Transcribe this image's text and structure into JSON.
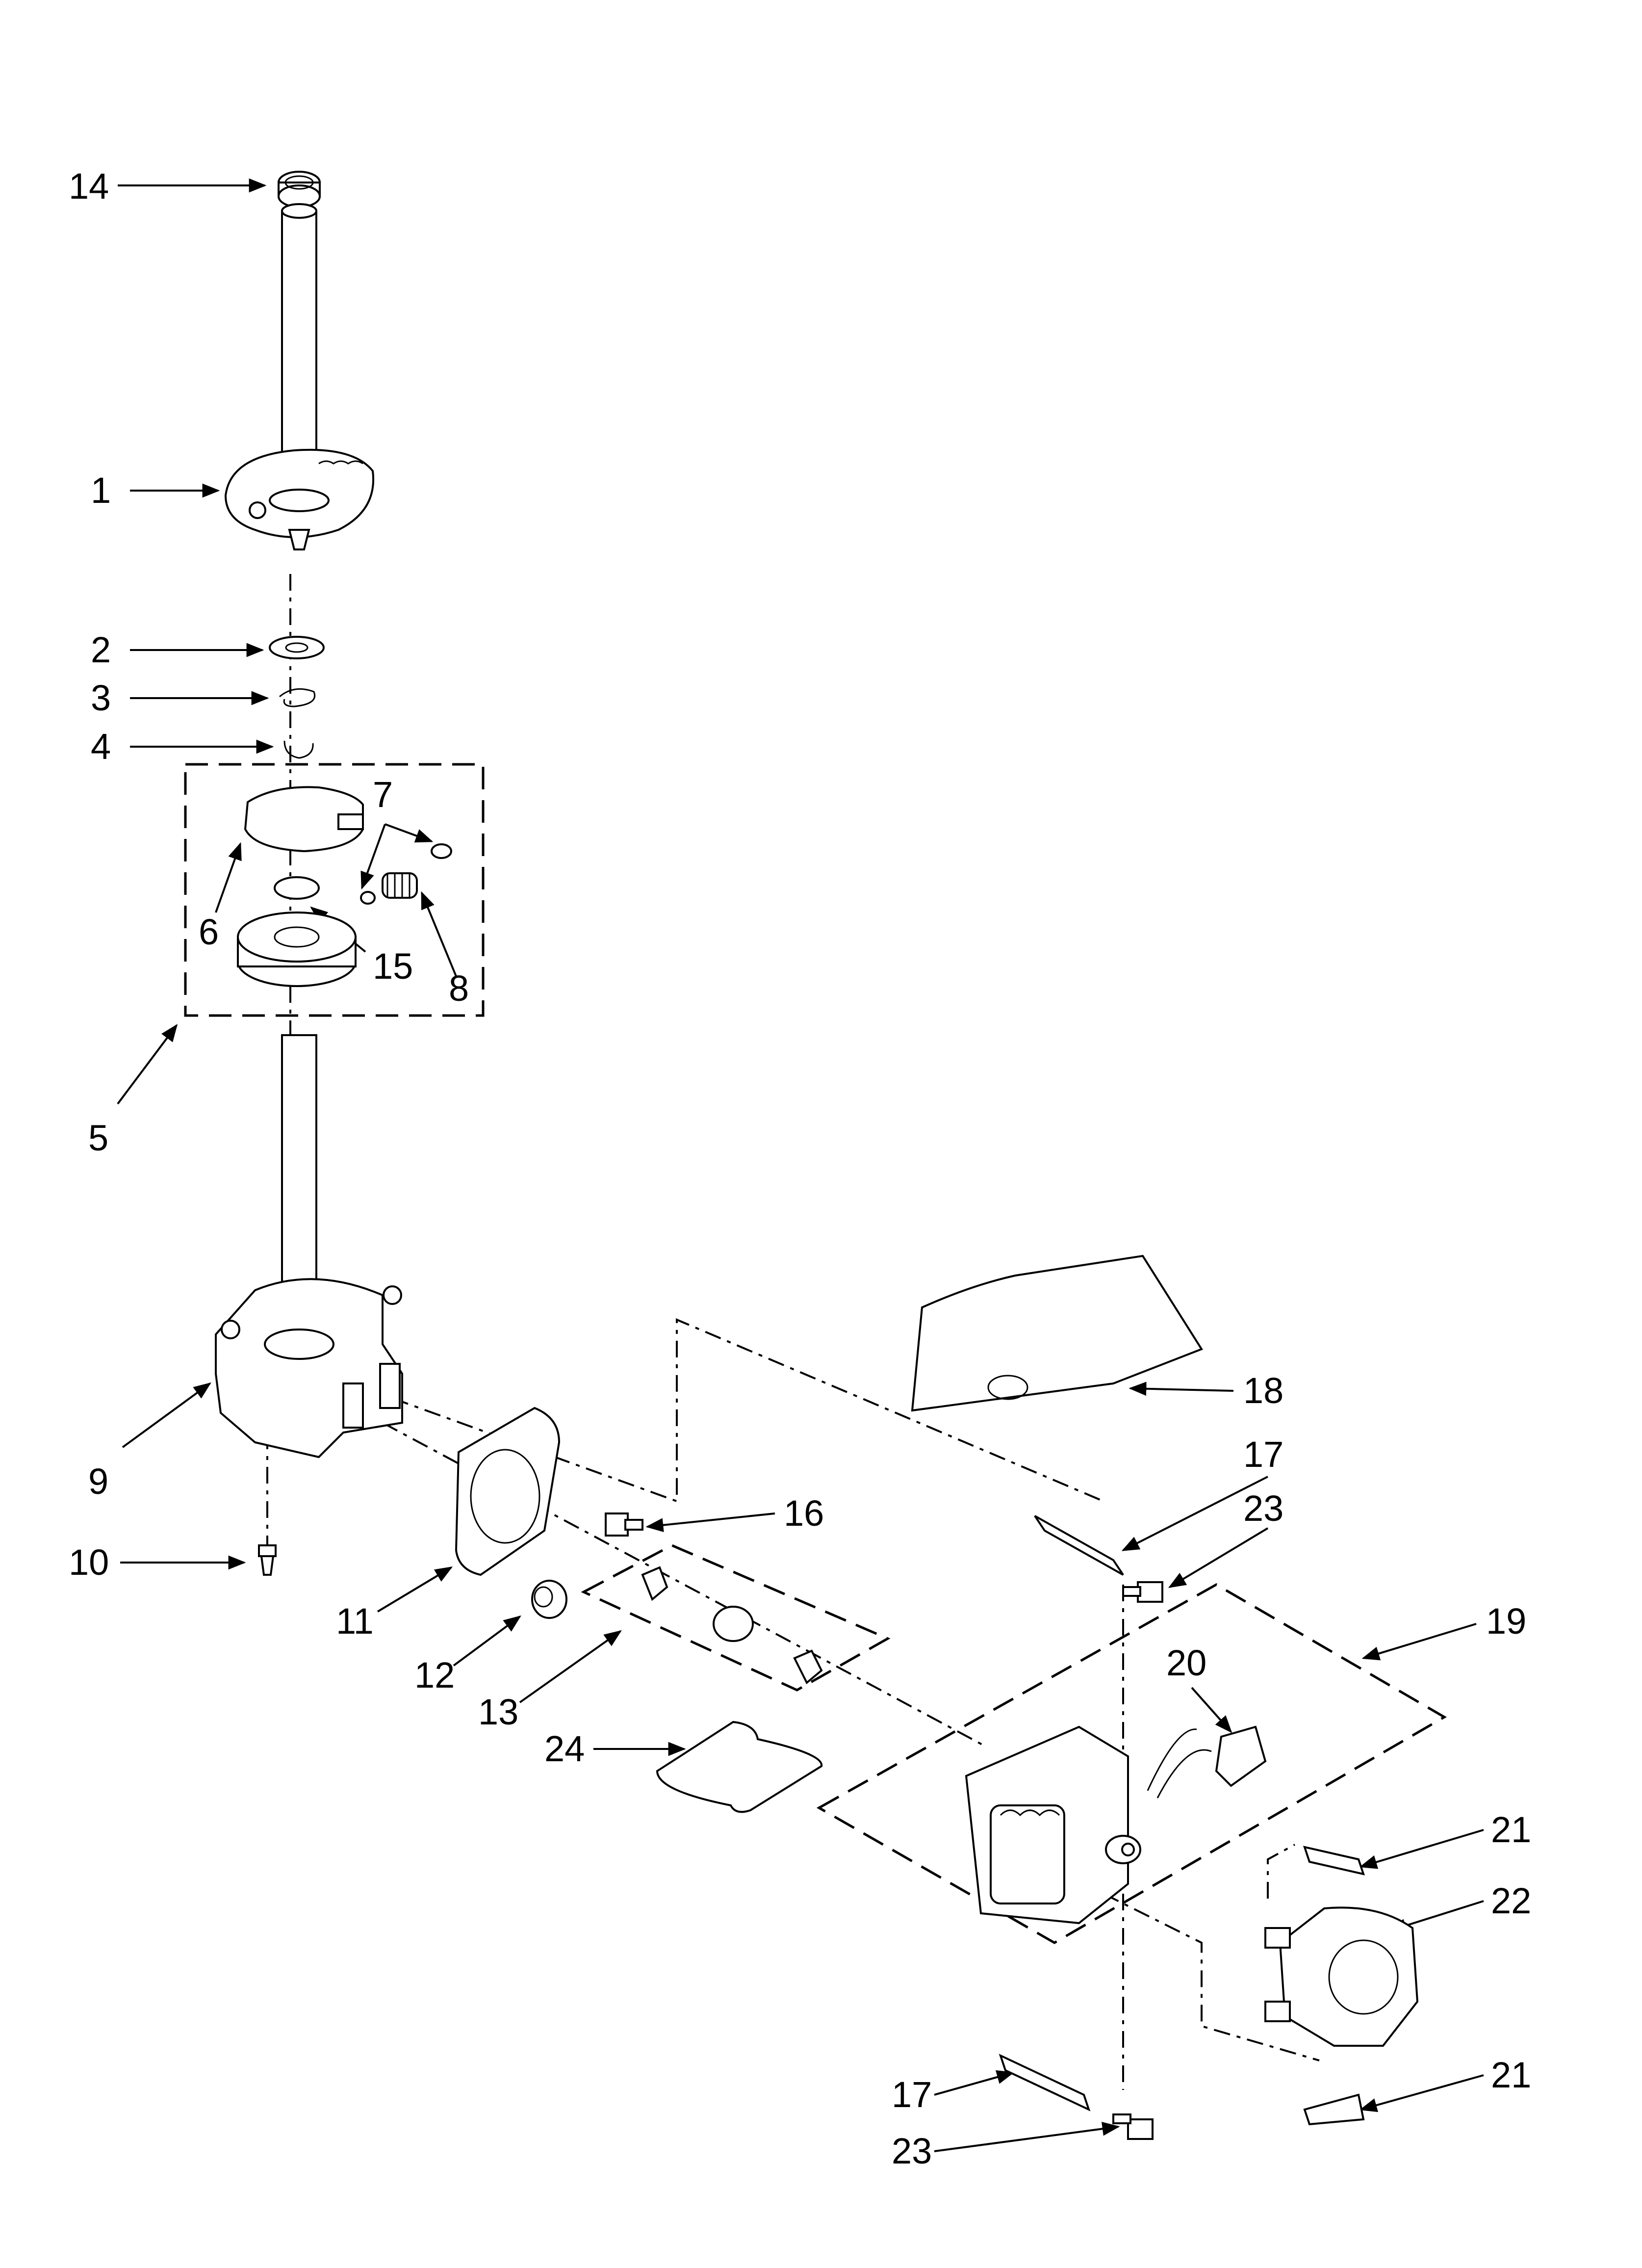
{
  "callouts": {
    "c14": "14",
    "c1": "1",
    "c2": "2",
    "c3": "3",
    "c4": "4",
    "c7": "7",
    "c6": "6",
    "c15": "15",
    "c8": "8",
    "c5": "5",
    "c9": "9",
    "c10": "10",
    "c11": "11",
    "c12": "12",
    "c13": "13",
    "c24": "24",
    "c16": "16",
    "c18": "18",
    "c17a": "17",
    "c23a": "23",
    "c19": "19",
    "c20": "20",
    "c21a": "21",
    "c22": "22",
    "c21b": "21",
    "c17b": "17",
    "c23b": "23"
  }
}
